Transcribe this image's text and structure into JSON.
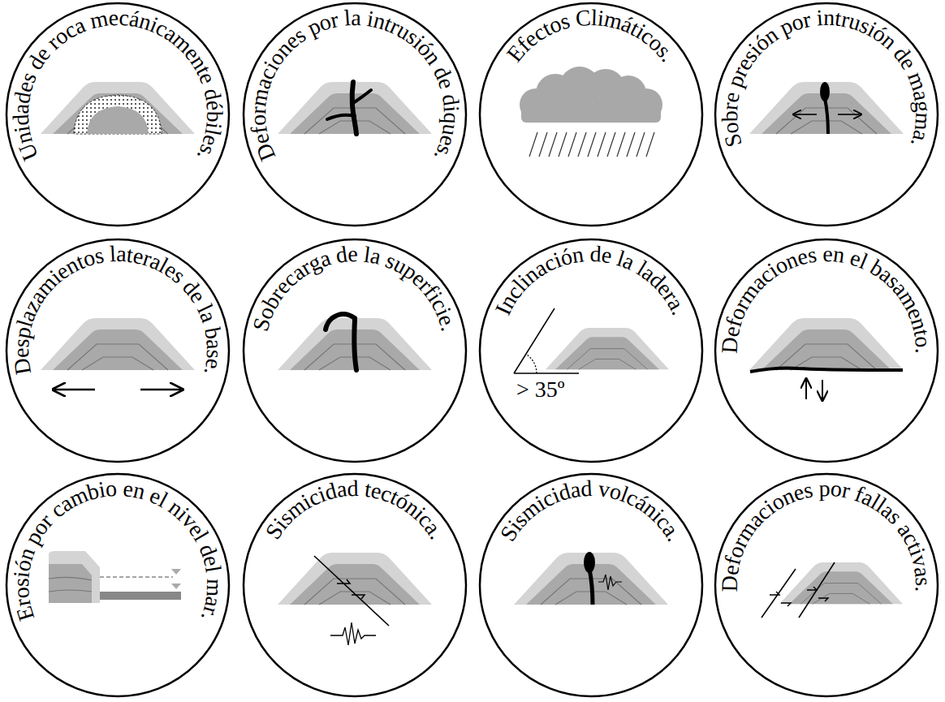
{
  "diagram": {
    "nodes": [
      {
        "text": [
          "Unidades de roca mecánicamente débiles."
        ]
      },
      {
        "text": [
          "Deformaciones por la intrusión de diques."
        ]
      },
      {
        "text": [
          "Efectos Climáticos."
        ]
      },
      {
        "text": [
          "Sobre presión por intrusión de magma."
        ]
      },
      {
        "text": [
          "Desplazamientos laterales de la base."
        ]
      },
      {
        "text": [
          "Sobrecarga de la superficie."
        ]
      },
      {
        "text": [
          "Inclinación de la ladera."
        ]
      },
      {
        "text": [
          "Deformaciones en el basamento."
        ]
      },
      {
        "text": [
          "Erosión por cambio en el nivel del mar."
        ]
      },
      {
        "text": [
          "Sismicidad tectónica."
        ]
      },
      {
        "text": [
          "Sismicidad volcánica."
        ]
      },
      {
        "text": [
          "Deformaciones por fallas activas."
        ]
      }
    ],
    "labels": [
      "> 35º"
    ]
  }
}
